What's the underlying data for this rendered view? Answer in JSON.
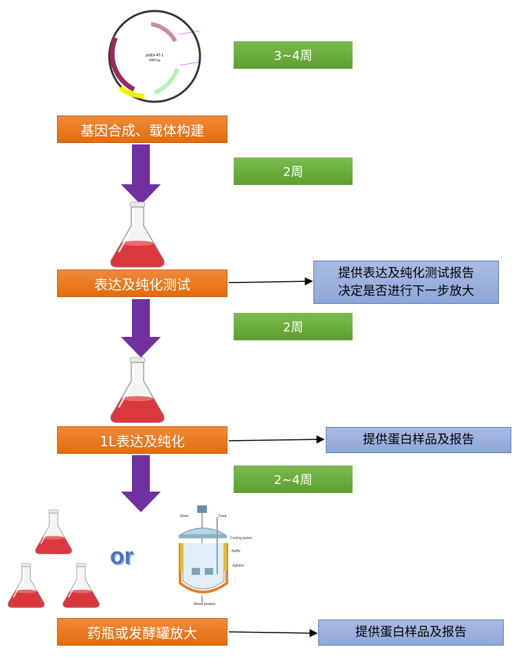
{
  "steps": [
    {
      "label": "基因合成、载体构建"
    },
    {
      "label": "表达及纯化测试"
    },
    {
      "label": "1L表达及纯化"
    },
    {
      "label": "药瓶或发酵罐放大"
    }
  ],
  "durations": [
    "3~4周",
    "2周",
    "2周",
    "2~4周"
  ],
  "outputs": [
    {
      "line1": "提供表达及纯化测试报告",
      "line2": "决定是否进行下一步放大"
    },
    {
      "line1": "提供蛋白样品及报告"
    },
    {
      "line1": "提供蛋白样品及报告"
    }
  ],
  "or_label": "or",
  "plasmid": {
    "name": "pGEX-4T-1",
    "size": "4969 bp"
  },
  "bioreactor": {
    "motor": "Motor",
    "feed": "Feed",
    "cooling_jacket": "Cooling jacket",
    "baffle": "Baffle",
    "agitator": "Agitator",
    "mixed_product": "Mixed product"
  },
  "colors": {
    "step": "#e36c0a",
    "duration": "#5e9e2e",
    "output": "#8ea6d8",
    "arrow": "#7030a0",
    "liquid": "#d9393e"
  }
}
